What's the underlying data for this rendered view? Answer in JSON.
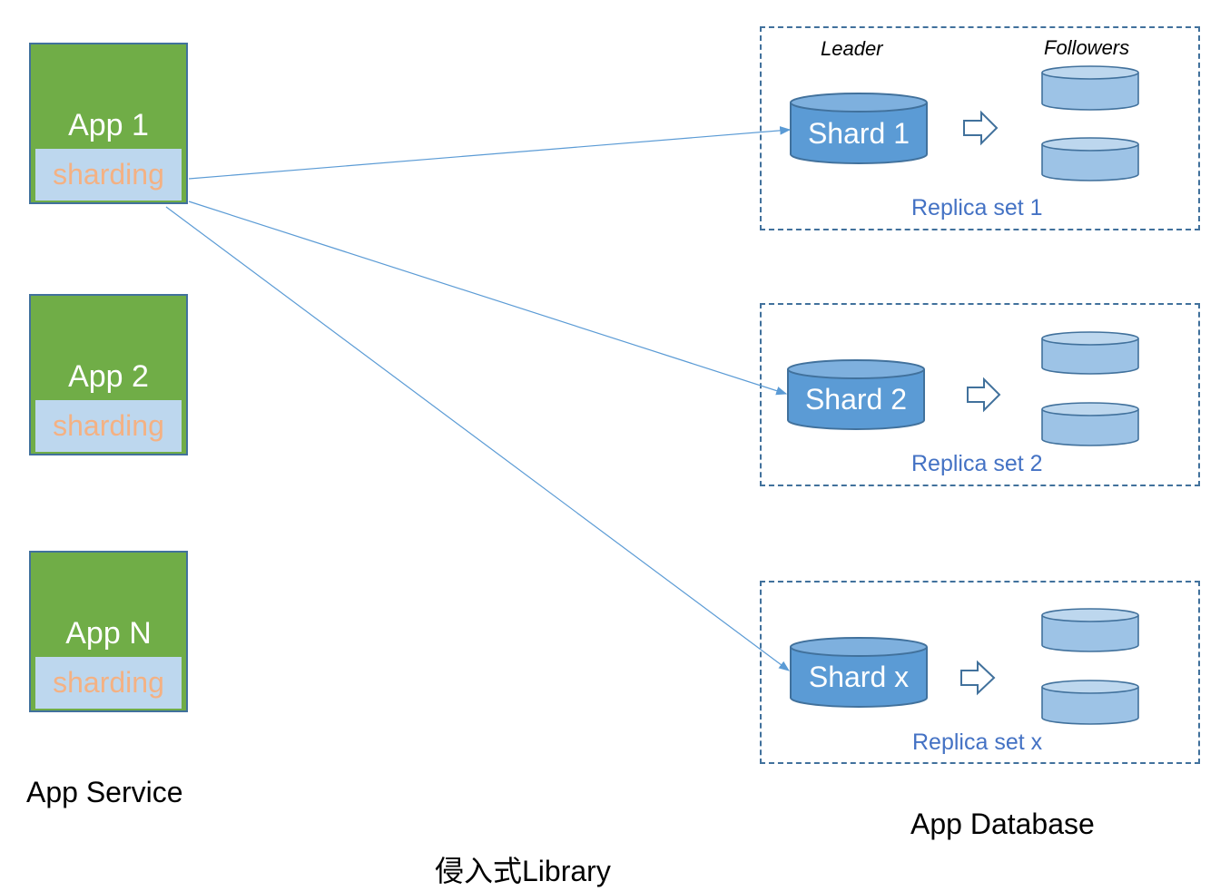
{
  "apps": [
    {
      "title": "App 1",
      "lib_label": "sharding"
    },
    {
      "title": "App 2",
      "lib_label": "sharding"
    },
    {
      "title": "App N",
      "lib_label": "sharding"
    }
  ],
  "replica_sets": [
    {
      "shard_label": "Shard 1",
      "set_label": "Replica set 1"
    },
    {
      "shard_label": "Shard 2",
      "set_label": "Replica set 2"
    },
    {
      "shard_label": "Shard x",
      "set_label": "Replica set x"
    }
  ],
  "roles": {
    "leader": "Leader",
    "followers": "Followers"
  },
  "captions": {
    "app_service": "App Service",
    "app_database": "App Database",
    "library": "侵入式Library"
  },
  "colors": {
    "app_green": "#70ad47",
    "lib_blue": "#bdd7ee",
    "lib_text": "#f4b183",
    "shard_blue": "#5b9bd5",
    "follower_blue": "#9dc3e6",
    "border": "#41719c"
  }
}
